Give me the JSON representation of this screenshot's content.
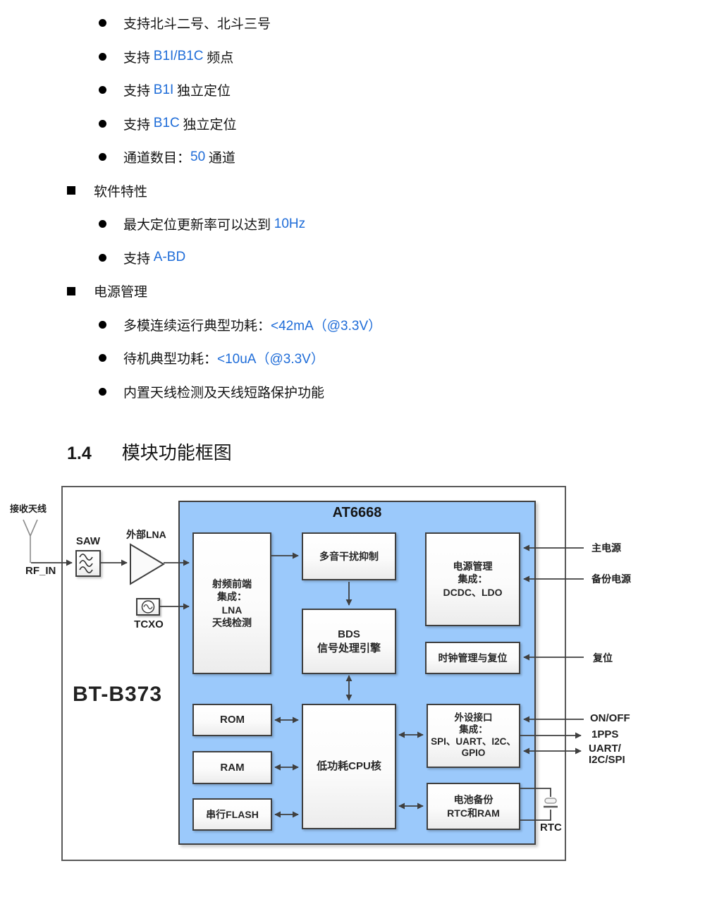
{
  "features": {
    "list": [
      {
        "pre": "支持北斗二号、北斗三号",
        "hl": "",
        "post": ""
      },
      {
        "pre": "支持 ",
        "hl": "B1I/B1C",
        "post": " 频点"
      },
      {
        "pre": "支持 ",
        "hl": "B1I",
        "post": " 独立定位"
      },
      {
        "pre": "支持 ",
        "hl": "B1C",
        "post": " 独立定位"
      },
      {
        "pre": "通道数目：",
        "hl": "50",
        "post": " 通道"
      },
      {
        "pre": "软件特性",
        "hl": "",
        "post": ""
      },
      {
        "pre": "最大定位更新率可以达到 ",
        "hl": "10Hz",
        "post": ""
      },
      {
        "pre": "支持 ",
        "hl": "A-BD",
        "post": ""
      },
      {
        "pre": "电源管理",
        "hl": "",
        "post": ""
      },
      {
        "pre": "多模连续运行典型功耗：",
        "hl": "<42mA（@3.3V）",
        "post": ""
      },
      {
        "pre": "待机典型功耗：",
        "hl": "<10uA（@3.3V）",
        "post": ""
      },
      {
        "pre": "内置天线检测及天线短路保护功能",
        "hl": "",
        "post": ""
      }
    ]
  },
  "heading": {
    "number": "1.4",
    "title": "模块功能框图"
  },
  "diagram": {
    "module_label": "BT-B373",
    "chip_label": "AT6668",
    "blocks": {
      "rf_front": "射频前端\n集成：\nLNA\n天线检测",
      "multi_tone": "多音干扰抑制",
      "bds": "BDS\n信号处理引擎",
      "pmu": "电源管理\n集成：\nDCDC、LDO",
      "clk": "时钟管理与复位",
      "rom": "ROM",
      "ram": "RAM",
      "flash": "串行FLASH",
      "cpu": "低功耗CPU核",
      "periph": "外设接口\n集成：\nSPI、UART、I2C、\nGPIO",
      "batt": "电池备份\nRTC和RAM"
    },
    "external": {
      "antenna_label": "接收天线",
      "rf_in": "RF_IN",
      "saw": "SAW",
      "lna": "外部LNA",
      "tcxo": "TCXO",
      "main_power": "主电源",
      "backup_power": "备份电源",
      "reset": "复位",
      "on_off": "ON/OFF",
      "pps": "1PPS",
      "uart": "UART/\nI2C/SPI",
      "rtc": "RTC"
    },
    "colors": {
      "chip_fill": "#9bc9fb",
      "line": "#3f3f3f",
      "accent_text": "#1e6cd8"
    }
  }
}
